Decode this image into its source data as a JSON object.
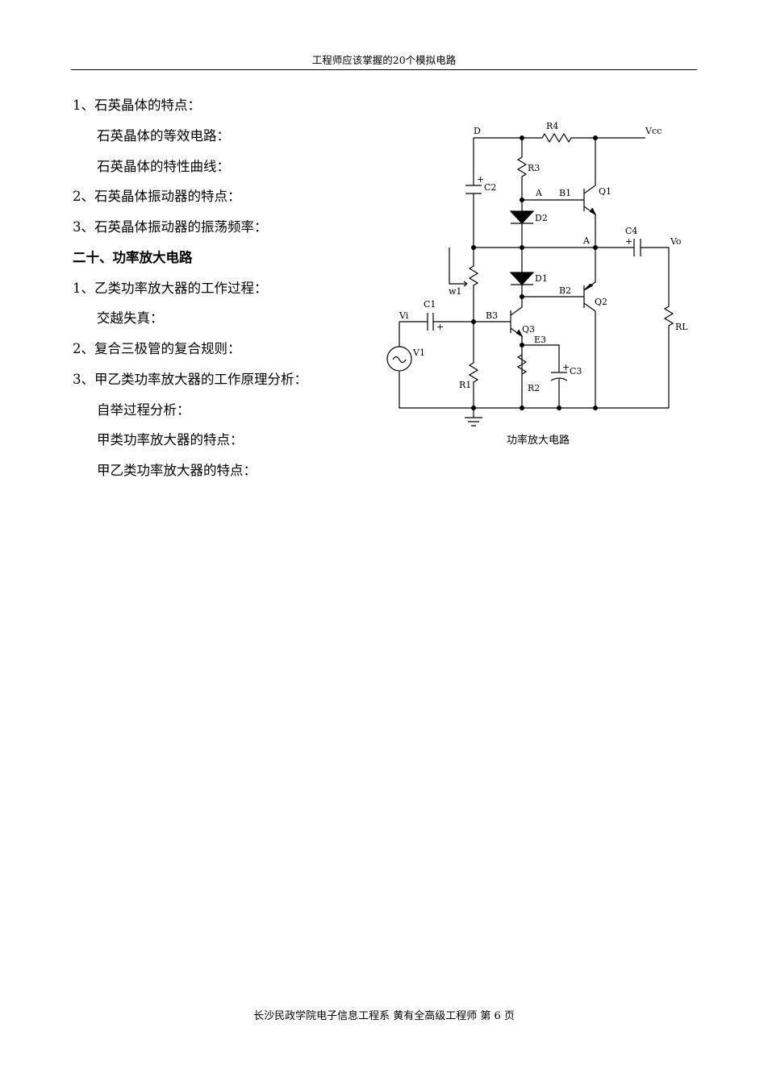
{
  "header": {
    "title": "工程师应该掌握的20个模拟电路"
  },
  "lines": [
    {
      "text": "1、石英晶体的特点：",
      "indent": false,
      "bold": false
    },
    {
      "text": "石英晶体的等效电路：",
      "indent": true,
      "bold": false
    },
    {
      "text": "石英晶体的特性曲线：",
      "indent": true,
      "bold": false
    },
    {
      "text": "2、石英晶体振动器的特点：",
      "indent": false,
      "bold": false
    },
    {
      "text": "3、石英晶体振动器的振荡频率：",
      "indent": false,
      "bold": false
    },
    {
      "text": "二十、功率放大电路",
      "indent": false,
      "bold": true
    },
    {
      "text": "1、乙类功率放大器的工作过程：",
      "indent": false,
      "bold": false
    },
    {
      "text": "交越失真：",
      "indent": true,
      "bold": false
    },
    {
      "text": "2、复合三极管的复合规则：",
      "indent": false,
      "bold": false
    },
    {
      "text": "3、甲乙类功率放大器的工作原理分析：",
      "indent": false,
      "bold": false
    },
    {
      "text": "自举过程分析：",
      "indent": true,
      "bold": false
    },
    {
      "text": "甲类功率放大器的特点：",
      "indent": true,
      "bold": false
    },
    {
      "text": "甲乙类功率放大器的特点：",
      "indent": true,
      "bold": false
    }
  ],
  "figure": {
    "caption": "功率放大电路",
    "labels": {
      "D": "D",
      "R4": "R4",
      "Vcc": "Vcc",
      "R3": "R3",
      "C2": "C2",
      "A_top": "A",
      "B1": "B1",
      "Q1": "Q1",
      "D2": "D2",
      "A_mid": "A",
      "C4": "C4",
      "Vo": "Vo",
      "D1": "D1",
      "w1": "w1",
      "B2": "B2",
      "Q2": "Q2",
      "C1": "C1",
      "Vi": "Vi",
      "B3": "B3",
      "Q3": "Q3",
      "E3": "E3",
      "RL": "RL",
      "V1": "V1",
      "C3": "C3",
      "R1": "R1",
      "R2": "R2",
      "plus": "+"
    }
  },
  "footer": {
    "text": "长沙民政学院电子信息工程系    黄有全高级工程师    第 6 页"
  }
}
